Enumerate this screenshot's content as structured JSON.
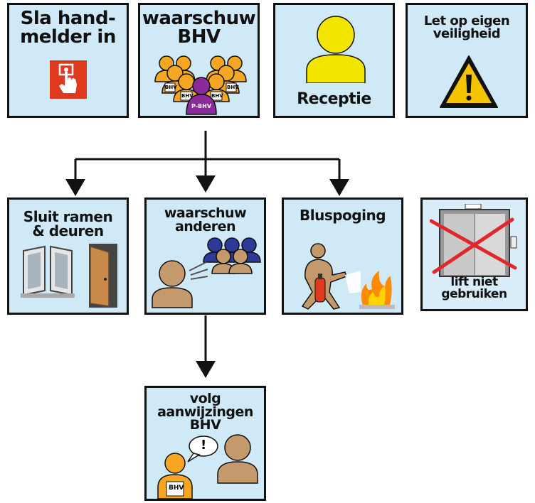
{
  "step1": {
    "handmelder": {
      "title": "Sla hand-\nmelder in"
    },
    "warn_bhv": {
      "title": "waarschuw\nBHV",
      "badge": "BHV",
      "leader_badge": "P-BHV"
    },
    "receptie": {
      "title": "Receptie"
    },
    "veiligheid": {
      "title": "Let op eigen\nveiligheid"
    }
  },
  "step2": {
    "ramen": {
      "title": "Sluit ramen\n& deuren"
    },
    "anderen": {
      "title": "waarschuw\nanderen"
    },
    "bluspoging": {
      "title": "Bluspoging"
    },
    "lift": {
      "title": "lift niet\ngebruiken"
    }
  },
  "step3": {
    "volg": {
      "title": "volg\naanwijzingen\nBHV",
      "badge": "BHV",
      "speech": "!"
    }
  },
  "colors": {
    "card_bg": "#cfe9f6",
    "bhv_orange": "#f5a623",
    "pbhv_purple": "#8b2a9a",
    "person_tan": "#c49a6c",
    "alarm_red": "#e03a1e",
    "receptie_yellow": "#f2e600"
  }
}
